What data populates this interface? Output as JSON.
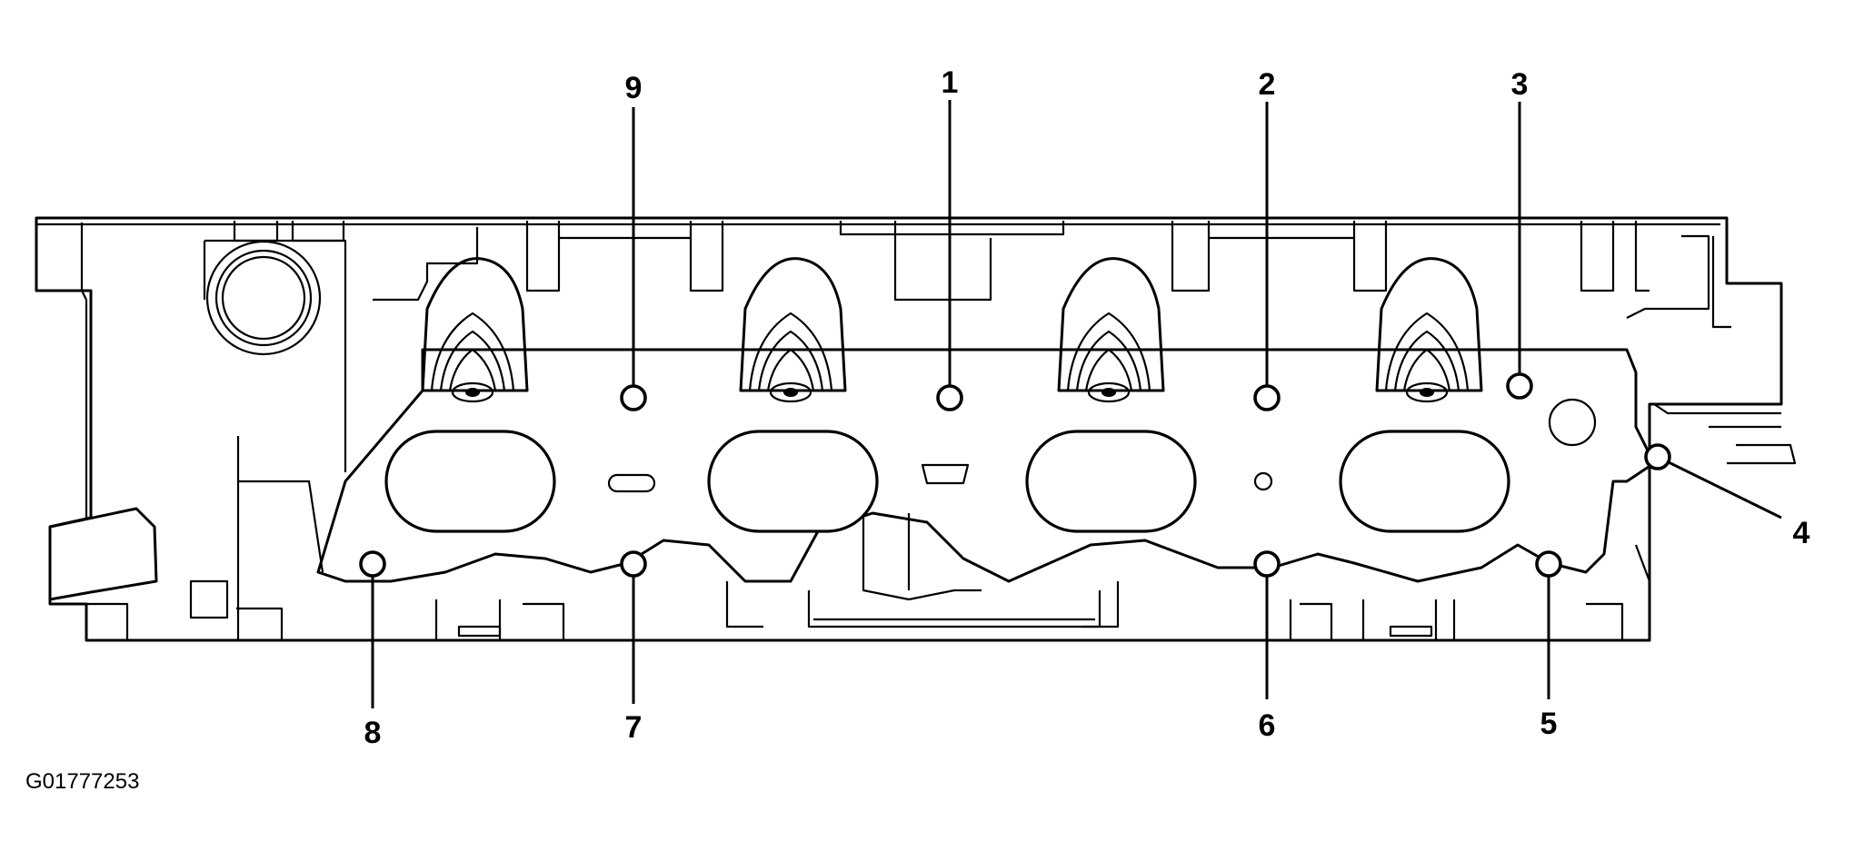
{
  "figure_id": "G01777253",
  "callouts": [
    {
      "label": "1",
      "bolt_index": 1
    },
    {
      "label": "2",
      "bolt_index": 2
    },
    {
      "label": "3",
      "bolt_index": 3
    },
    {
      "label": "4",
      "bolt_index": 4
    },
    {
      "label": "5",
      "bolt_index": 5
    },
    {
      "label": "6",
      "bolt_index": 6
    },
    {
      "label": "7",
      "bolt_index": 7
    },
    {
      "label": "8",
      "bolt_index": 8
    },
    {
      "label": "9",
      "bolt_index": 9
    }
  ]
}
